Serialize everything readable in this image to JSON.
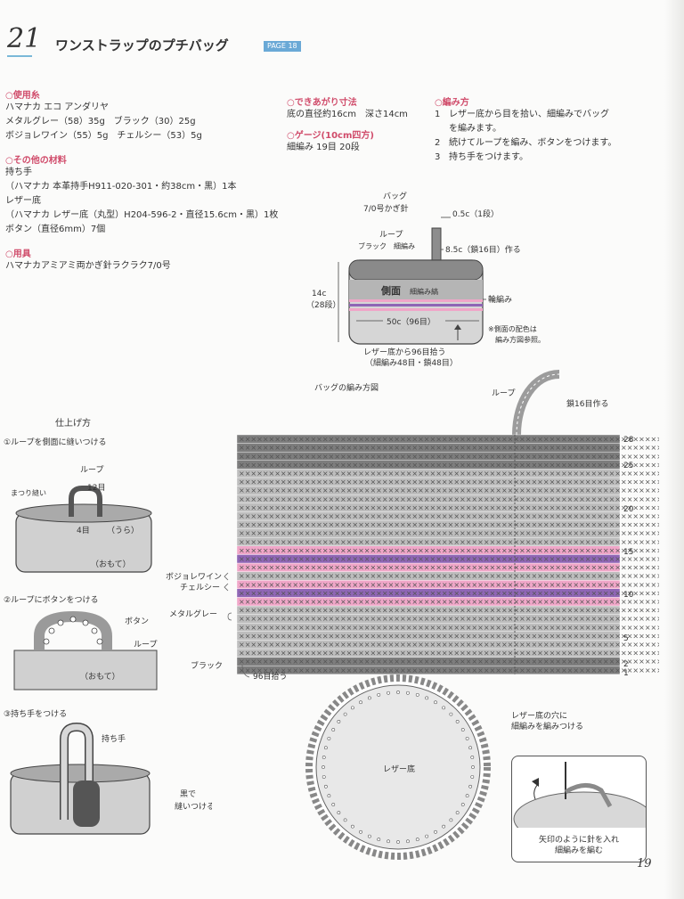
{
  "header": {
    "number": "21",
    "title": "ワンストラップのプチバッグ",
    "page_tag": "PAGE 18"
  },
  "materials": {
    "yarn_heading": "使用糸",
    "yarn_lines": [
      "ハマナカ エコ アンダリヤ",
      "メタルグレー（58）35g　ブラック（30）25g",
      "ボジョレワイン（55）5g　チェルシー（53）5g"
    ],
    "other_heading": "その他の材料",
    "other_lines": [
      "持ち手",
      "（ハマナカ 本革持手H911-020-301・約38cm・黒）1本",
      "レザー底",
      "（ハマナカ レザー底（丸型）H204-596-2・直径15.6cm・黒）1枚",
      "ボタン（直径6mm）7個"
    ],
    "tools_heading": "用具",
    "tools_lines": [
      "ハマナカアミアミ両かぎ針ラクラク7/0号"
    ]
  },
  "size": {
    "heading": "できあがり寸法",
    "text": "底の直径約16cm　深さ14cm",
    "gauge_heading": "ゲージ(10cm四方)",
    "gauge_text": "細編み 19目 20段"
  },
  "method": {
    "heading": "編み方",
    "steps": [
      {
        "num": "1",
        "line1": "レザー底から目を拾い、細編みでバッグ",
        "line2": "を編みます。"
      },
      {
        "num": "2",
        "line1": "続けてループを編み、ボタンをつけます。",
        "line2": ""
      },
      {
        "num": "3",
        "line1": "持ち手をつけます。",
        "line2": ""
      }
    ]
  },
  "bag_diagram": {
    "title": "バッグ",
    "hook": "7/0号かぎ針",
    "loop_label": "ループ",
    "loop_sub": "ブラック　細編み",
    "loop_top": "0.5c（1段）",
    "loop_size": "8.5c（鎖16目）作る",
    "height": "14c",
    "height_rows": "（28段）",
    "side_label": "側面",
    "side_sub": "細編み縞",
    "ring_label": "輪編み",
    "width": "50c（96目）",
    "color_note1": "※側面の配色は",
    "color_note2": "編み方図参照。",
    "pickup1": "レザー底から96目拾う",
    "pickup2": "（細編み48目・鎖48目）"
  },
  "chart": {
    "title": "バッグの編み方図",
    "loop_label": "ループ",
    "loop_chain": "鎖16目作る",
    "row_numbers": [
      "28",
      "25",
      "20",
      "15",
      "10",
      "5",
      "2",
      "1"
    ],
    "color_labels": [
      "ボジョレワイン",
      "チェルシー",
      "メタルグレー",
      "ブラック"
    ],
    "pickup": "96目拾う",
    "sole_label": "レザー底",
    "hole_note1": "レザー底の穴に",
    "hole_note2": "細編みを編みつける",
    "inset_note1": "矢印のように針を入れ",
    "inset_note2": "細編みを編む",
    "colors": {
      "black": "#7d7d7d",
      "grey": "#bdbdbd",
      "pink": "#f0a6c8",
      "purple": "#8f66b5",
      "loop": "#9c9c9c"
    }
  },
  "finishing": {
    "title": "仕上げ方",
    "step1": "①ループを側面に縫いつける",
    "loop": "ループ",
    "stitches12": "12目",
    "whip": "まつり縫い",
    "stitches4": "4目",
    "back": "（うら）",
    "front": "（おもて）",
    "step2": "②ループにボタンをつける",
    "button": "ボタン",
    "loop2": "ループ",
    "front2": "（おもて）",
    "step3": "③持ち手をつける",
    "handle": "持ち手",
    "sew1": "黒で",
    "sew2": "縫いつける"
  },
  "page_number": "19"
}
